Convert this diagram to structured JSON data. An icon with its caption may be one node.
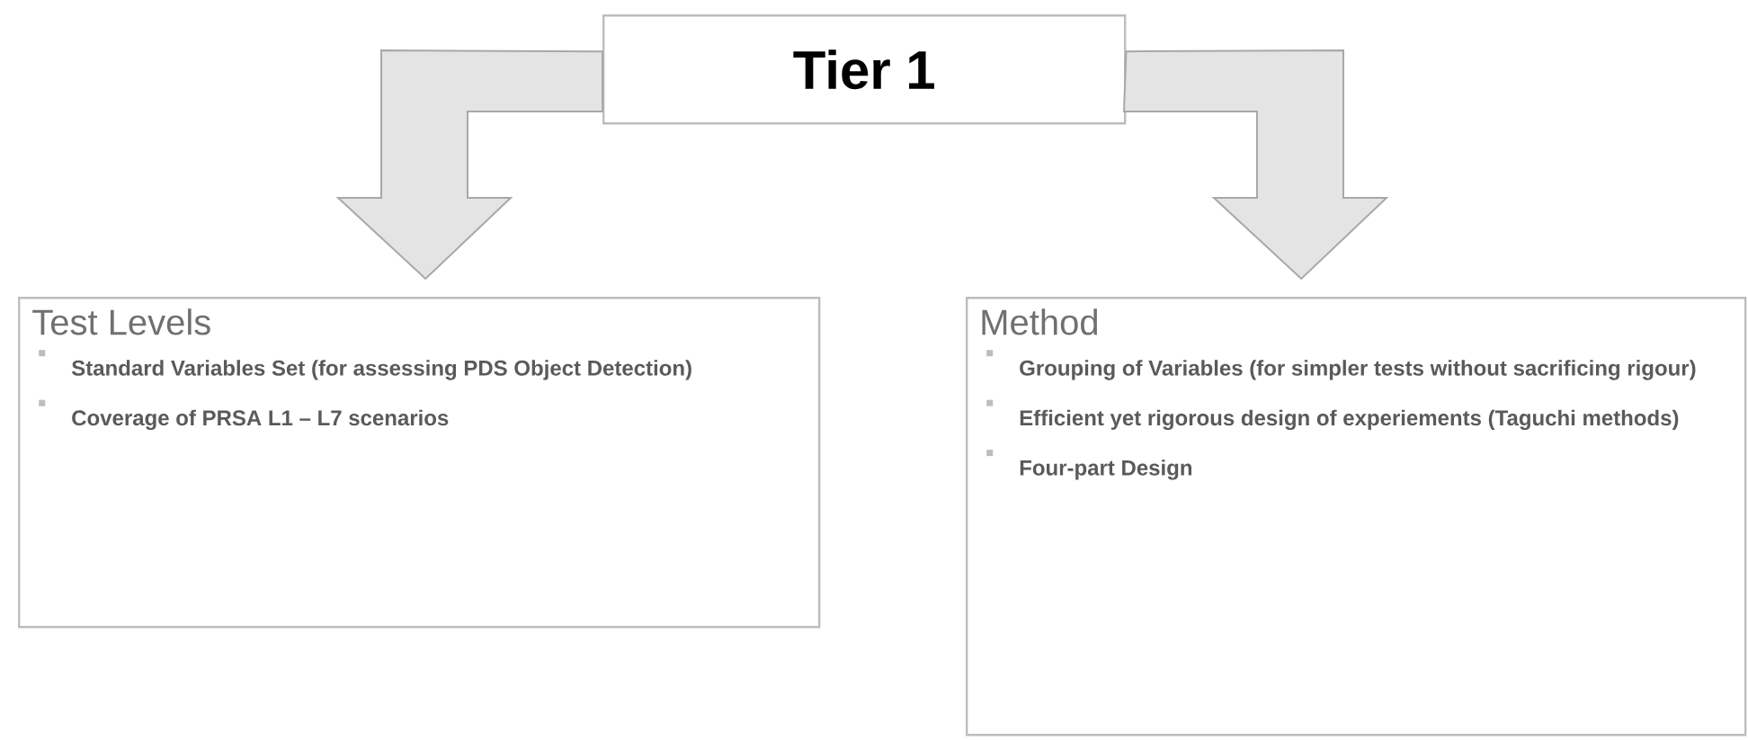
{
  "diagram": {
    "nodes": [
      {
        "text": [
          "Tier 1"
        ]
      },
      {
        "text": [
          "Test Levels",
          "Standard Variables Set (for assessing PDS Object Detection)",
          "Coverage of PRSA L1 – L7 scenarios"
        ]
      },
      {
        "text": [
          "Method",
          "Grouping of Variables (for simpler tests without sacrificing rigour)",
          "Efficient yet rigorous design of experiements (Taguchi methods)",
          "Four-part Design"
        ]
      }
    ],
    "edges": [
      {
        "from": 0,
        "to": 1,
        "arrow": "to"
      },
      {
        "from": 0,
        "to": 2,
        "arrow": "to"
      }
    ]
  }
}
